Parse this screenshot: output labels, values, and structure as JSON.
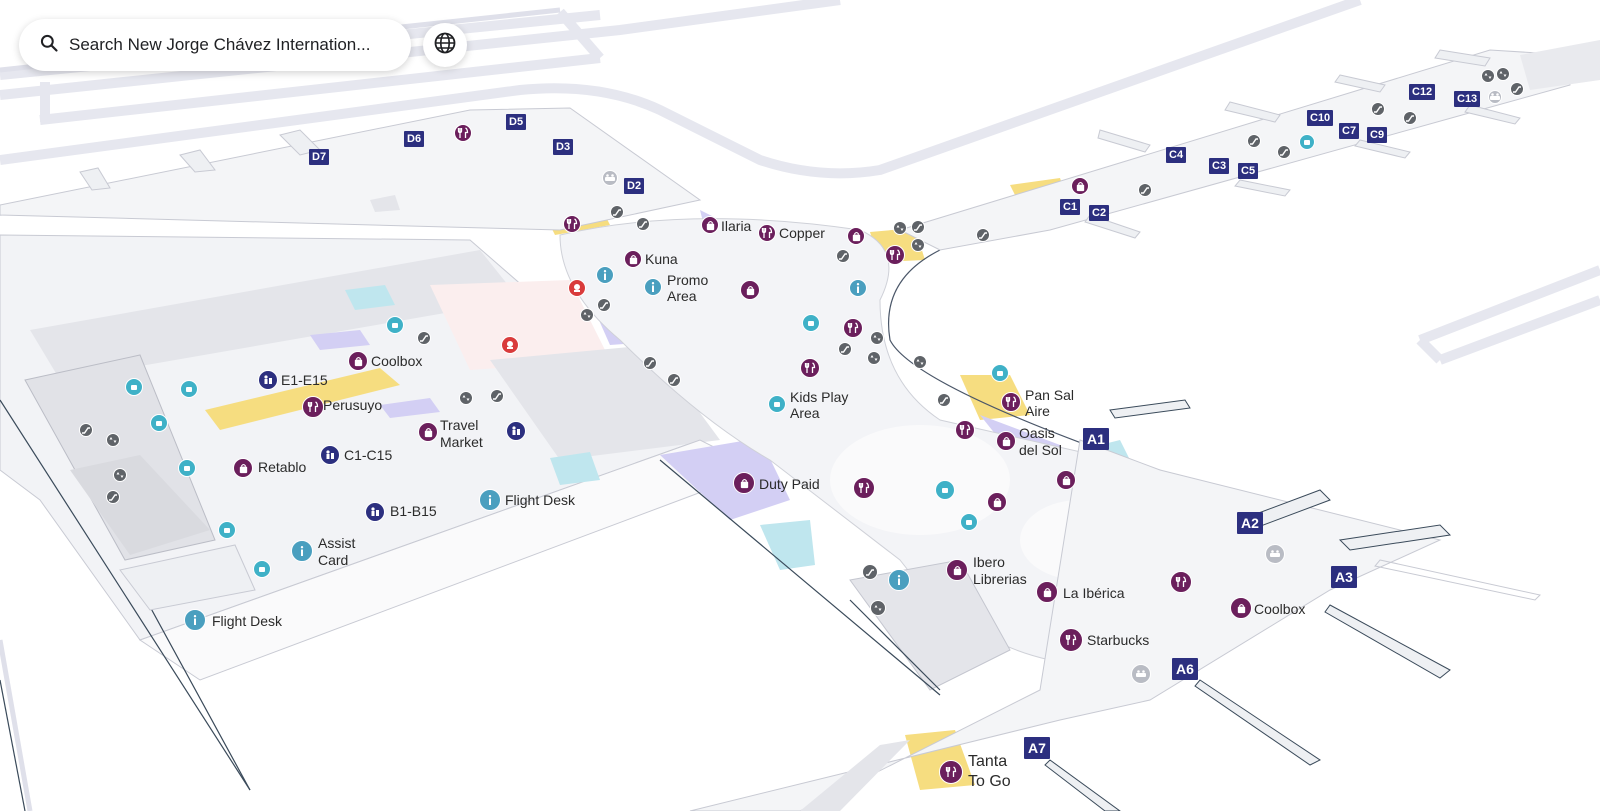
{
  "search": {
    "placeholder": "Search New Jorge Chávez Internation..."
  },
  "icons": {
    "search": "search-icon",
    "globe": "globe-icon",
    "food": "restaurant-icon",
    "shop": "shopping-bag-icon",
    "info": "info-icon",
    "escalator": "escalator-icon",
    "elevator": "elevator-icon",
    "restroom": "restroom-icon",
    "gates": "gates-directory-icon",
    "lounge": "lounge-icon",
    "kids": "kids-play-icon"
  },
  "colors": {
    "food": "#6b1f5c",
    "shop": "#6b1f5c",
    "info": "#4a9fbf",
    "gate": "#2c2f7f",
    "escalator": "#5f6368",
    "teal": "#3fb1c7",
    "yellow": "#f2d76e",
    "lilac": "#cdc9f2",
    "red": "#d93b3b"
  },
  "labels": {
    "ilaria": "Ilaria",
    "copper": "Copper",
    "kuna": "Kuna",
    "promo_area_1": "Promo",
    "promo_area_2": "Area",
    "coolbox_w": "Coolbox",
    "e_gates": "E1-E15",
    "perusuyo": "Perusuyo",
    "travel_market_1": "Travel",
    "travel_market_2": "Market",
    "retablo": "Retablo",
    "c_gates": "C1-C15",
    "b_gates": "B1-B15",
    "flight_desk_1": "Flight Desk",
    "assist_card_1": "Assist",
    "assist_card_2": "Card",
    "flight_desk_2": "Flight Desk",
    "kids_play_1": "Kids Play",
    "kids_play_2": "Area",
    "pan_sal_aire_1": "Pan Sal",
    "pan_sal_aire_2": "Aire",
    "oasis_1": "Oasis",
    "oasis_2": "del Sol",
    "duty_paid": "Duty Paid",
    "ibero_1": "Ibero",
    "ibero_2": "Librerias",
    "la_iberica": "La Ibérica",
    "coolbox_e": "Coolbox",
    "starbucks": "Starbucks",
    "tanta_1": "Tanta",
    "tanta_2": "To Go"
  },
  "gates": {
    "d7": "D7",
    "d6": "D6",
    "d5": "D5",
    "d3": "D3",
    "d2": "D2",
    "c1": "C1",
    "c2": "C2",
    "c3": "C3",
    "c4": "C4",
    "c5": "C5",
    "c7": "C7",
    "c9": "C9",
    "c10": "C10",
    "c12": "C12",
    "c13": "C13",
    "a1": "A1",
    "a2": "A2",
    "a3": "A3",
    "a6": "A6",
    "a7": "A7"
  }
}
